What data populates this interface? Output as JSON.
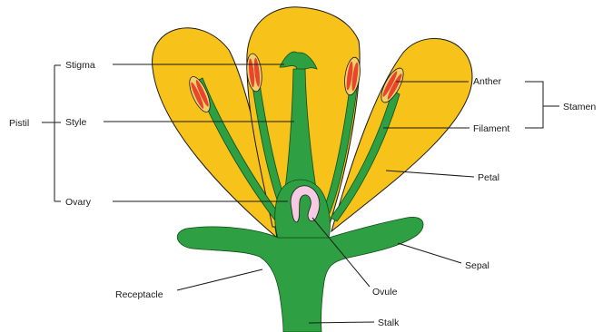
{
  "colors": {
    "petal": "#f7c21a",
    "green": "#2ea043",
    "anther": "#e8452c",
    "anther_case": "#f2d16b",
    "ovary": "#2ea043",
    "ovule": "#f5cbe3",
    "line": "#1a1a1a"
  },
  "labels": {
    "pistil": "Pistil",
    "stigma": "Stigma",
    "style": "Style",
    "ovary": "Ovary",
    "anther": "Anther",
    "filament": "Filament",
    "stamen": "Stamen",
    "petal": "Petal",
    "sepal": "Sepal",
    "ovule": "Ovule",
    "receptacle": "Receptacle",
    "stalk": "Stalk"
  }
}
